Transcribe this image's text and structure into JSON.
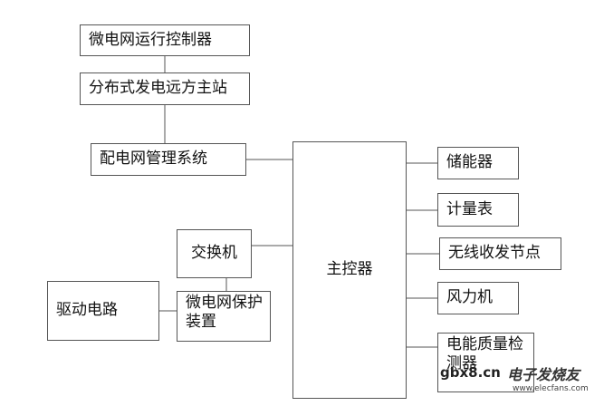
{
  "boxes": {
    "mg_controller": "微电网运行控制器",
    "dg_master": "分布式发电远方主站",
    "dms": "配电网管理系统",
    "switch": "交换机",
    "drive_circuit": "驱动电路",
    "protection": "微电网保护装置",
    "main_controller": "主控器",
    "storage": "储能器",
    "meter": "计量表",
    "wireless": "无线收发节点",
    "wind": "风力机",
    "pq_detector": "电能质量检测器"
  },
  "watermark": {
    "site": "gbx8.cn",
    "brand": "电子发烧友",
    "url": "www.elecfans.com"
  },
  "colors": {
    "line": "#555555",
    "text": "#111111"
  }
}
